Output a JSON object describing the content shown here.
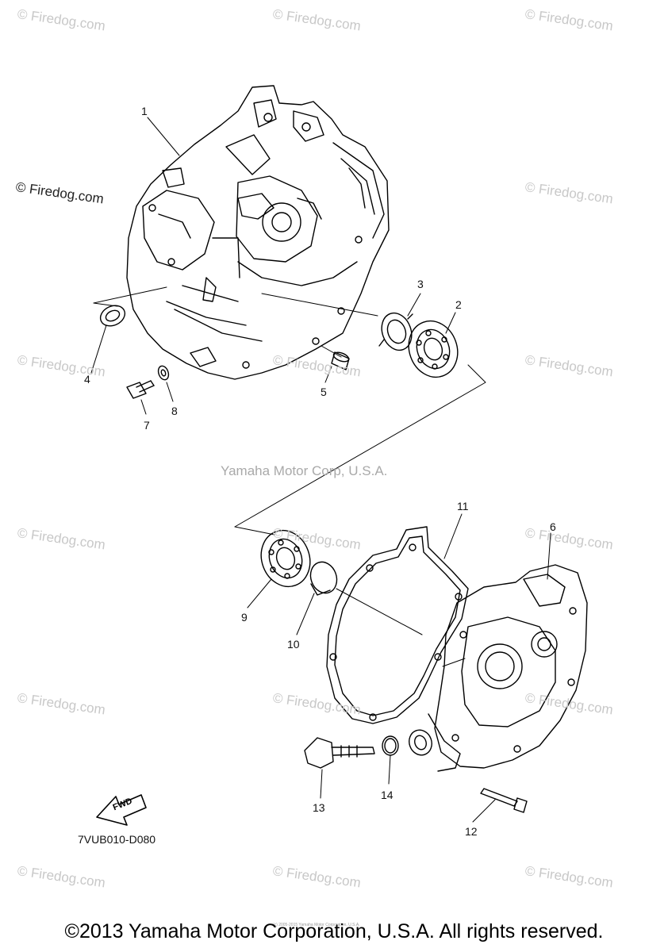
{
  "watermark": "© Firedog.com",
  "center_watermark": "Yamaha Motor Corp, U.S.A.",
  "diagram_code": "7VUB010-D080",
  "fwd_label": "FWD",
  "micro_text": "(c) 2005-2015 Yamaha Motor Corporation, U.S.A.",
  "copyright": "©2013 Yamaha Motor Corporation, U.S.A. All rights reserved.",
  "callouts": [
    "1",
    "2",
    "3",
    "4",
    "5",
    "6",
    "7",
    "8",
    "9",
    "10",
    "11",
    "12",
    "13",
    "14"
  ],
  "line_color": "#000000",
  "watermark_color": "#c8c8c8"
}
